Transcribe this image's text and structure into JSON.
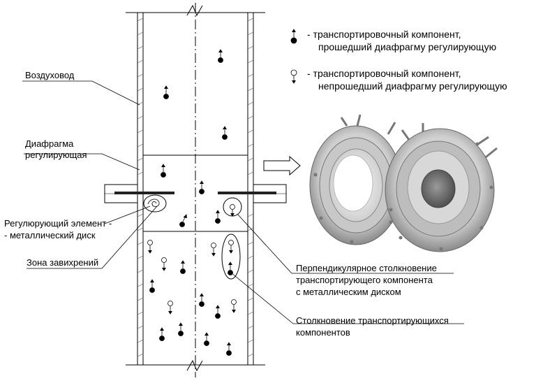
{
  "labels": {
    "duct": "Воздуховод",
    "diaphragm_line1": "Диафрагма",
    "diaphragm_line2": "регулирующая",
    "element_line1": "Регулюрующий элемент -",
    "element_line2": "- металлический диск",
    "vortex": "Зона завихрений",
    "perp_line1": "Перпендикулярное столкновение",
    "perp_line2": "транспортирующего компонента",
    "perp_line3": "с металлическим диском",
    "collision_line1": "Столкновение транспортирующихся",
    "collision_line2": "компонентов"
  },
  "legend": {
    "passed_line1": "- транспортировочный компонент,",
    "passed_line2": "прошедший диафрагму регулирующую",
    "not_passed_line1": "- транспортировочный компонент,",
    "not_passed_line2": "непрошедший диафрагму регулирующую"
  },
  "icons": [
    "particle-filled-icon",
    "particle-open-icon",
    "arrow-right-icon"
  ],
  "photo": "photo-of-two-metal-diaphragms"
}
